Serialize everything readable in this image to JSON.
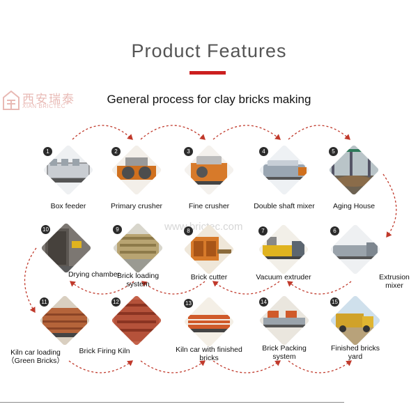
{
  "header": {
    "title": "Product Features",
    "subtitle": "General process for clay bricks making",
    "accent_color": "#cc1f1f"
  },
  "logo": {
    "cn": "西安瑞泰",
    "en": "XIAN BRICTEC"
  },
  "watermark": "www.brictec.com",
  "steps": [
    {
      "num": "1",
      "label": "Box feeder",
      "icon": "box-feeder-machine"
    },
    {
      "num": "2",
      "label": "Primary crusher",
      "icon": "roller-crusher-machine"
    },
    {
      "num": "3",
      "label": "Fine crusher",
      "icon": "fine-crusher-machine"
    },
    {
      "num": "4",
      "label": "Double shaft mixer",
      "icon": "mixer-machine"
    },
    {
      "num": "5",
      "label": "Aging House",
      "icon": "aging-house-interior"
    },
    {
      "num": "6",
      "label": "Extrusion mixer",
      "icon": "extrusion-mixer-machine"
    },
    {
      "num": "7",
      "label": "Vacuum extruder",
      "icon": "vacuum-extruder-machine"
    },
    {
      "num": "8",
      "label": "Brick cutter",
      "icon": "brick-cutter-machine"
    },
    {
      "num": "9",
      "label": "Brick loading system",
      "icon": "brick-loading-robot"
    },
    {
      "num": "10",
      "label": "Drying chamber",
      "icon": "drying-chamber"
    },
    {
      "num": "11",
      "label": "Kiln car loading（Green Bricks）",
      "icon": "kiln-car-stack"
    },
    {
      "num": "12",
      "label": "Brick Firing Kiln",
      "icon": "firing-kiln"
    },
    {
      "num": "13",
      "label": "Kiln car with finished bricks",
      "icon": "finished-brick-car"
    },
    {
      "num": "14",
      "label": "Brick Packing system",
      "icon": "packing-system"
    },
    {
      "num": "15",
      "label": "Finished bricks yard",
      "icon": "truck-in-yard"
    }
  ],
  "colors": {
    "arrow": "#c0392b",
    "number_badge": "#2b2b2b"
  }
}
